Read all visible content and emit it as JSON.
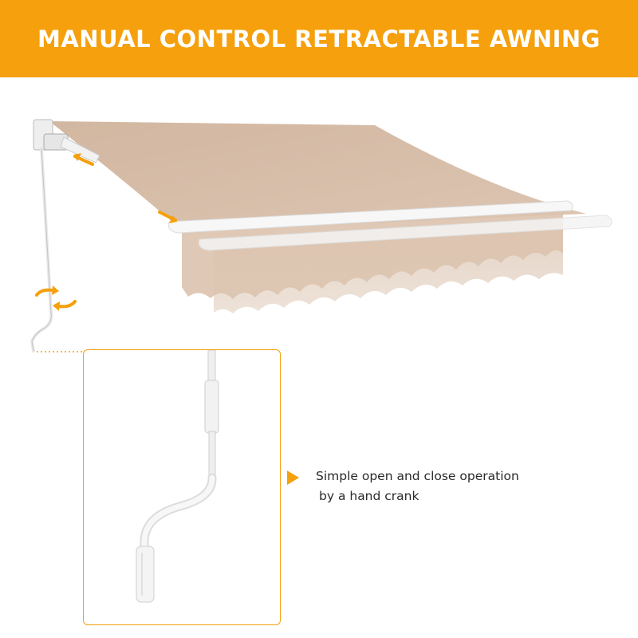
{
  "banner": {
    "title": "MANUAL CONTROL RETRACTABLE AWNING"
  },
  "callout": {
    "line1": "Simple open and close operation",
    "line2": "by a hand crank"
  },
  "colors": {
    "accent": "#f5a00c",
    "fabric": "#d9c1ac",
    "fabric_shadow": "#c9ad97",
    "frame": "#f2f2f2"
  },
  "icons": [
    "arrow-icon",
    "rotate-icon",
    "triangle-arrow-icon"
  ]
}
